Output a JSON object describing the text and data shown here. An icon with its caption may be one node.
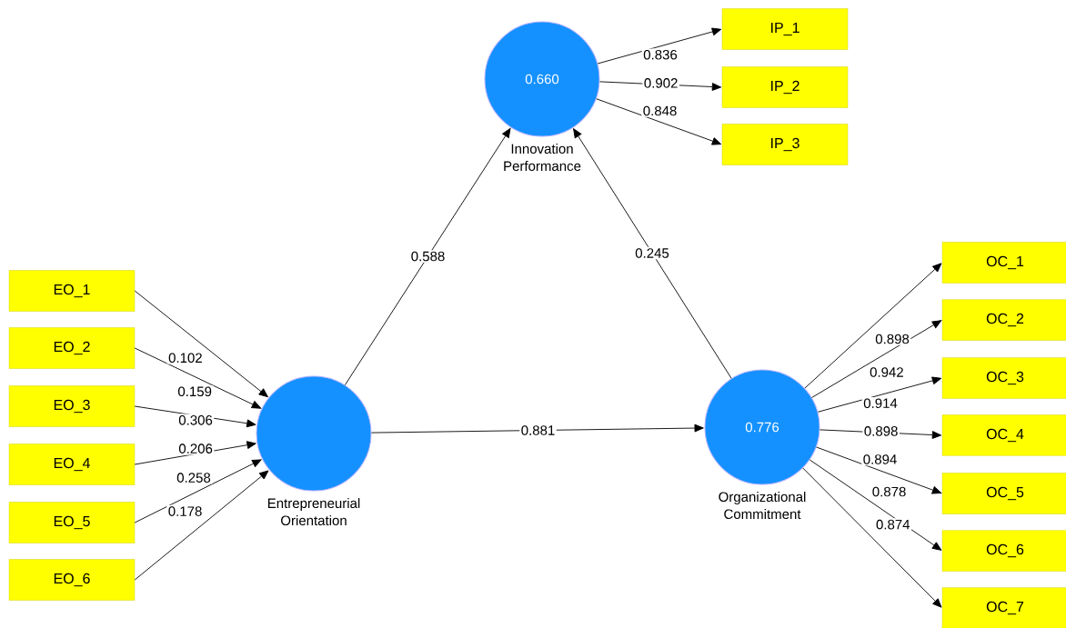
{
  "diagram": {
    "nodes": [
      {
        "text": [
          "0.660",
          "Innovation Performance"
        ]
      },
      {
        "text": [
          "IP_1"
        ]
      },
      {
        "text": [
          "IP_2"
        ]
      },
      {
        "text": [
          "IP_3"
        ]
      },
      {
        "text": [
          "Entrepreneurial Orientation"
        ]
      },
      {
        "text": [
          "EO_1"
        ]
      },
      {
        "text": [
          "EO_2"
        ]
      },
      {
        "text": [
          "EO_3"
        ]
      },
      {
        "text": [
          "EO_4"
        ]
      },
      {
        "text": [
          "EO_5"
        ]
      },
      {
        "text": [
          "EO_6"
        ]
      },
      {
        "text": [
          "0.776",
          "Organizational Commitment"
        ]
      },
      {
        "text": [
          "OC_1"
        ]
      },
      {
        "text": [
          "OC_2"
        ]
      },
      {
        "text": [
          "OC_3"
        ]
      },
      {
        "text": [
          "OC_4"
        ]
      },
      {
        "text": [
          "OC_5"
        ]
      },
      {
        "text": [
          "OC_6"
        ]
      },
      {
        "text": [
          "OC_7"
        ]
      }
    ],
    "edges": [
      {
        "from": 0,
        "to": 1,
        "arrow": "to",
        "label": "0.836"
      },
      {
        "from": 0,
        "to": 2,
        "arrow": "to",
        "label": "0.902"
      },
      {
        "from": 0,
        "to": 3,
        "arrow": "to",
        "label": "0.848"
      },
      {
        "from": 5,
        "to": 4,
        "arrow": "to",
        "label": "0.102"
      },
      {
        "from": 6,
        "to": 4,
        "arrow": "to",
        "label": "0.159"
      },
      {
        "from": 7,
        "to": 4,
        "arrow": "to",
        "label": "0.306"
      },
      {
        "from": 8,
        "to": 4,
        "arrow": "to",
        "label": "0.206"
      },
      {
        "from": 9,
        "to": 4,
        "arrow": "to",
        "label": "0.258"
      },
      {
        "from": 10,
        "to": 4,
        "arrow": "to",
        "label": "0.178"
      },
      {
        "from": 4,
        "to": 0,
        "arrow": "to",
        "label": "0.588"
      },
      {
        "from": 11,
        "to": 0,
        "arrow": "to",
        "label": "0.245"
      },
      {
        "from": 4,
        "to": 11,
        "arrow": "to",
        "label": "0.881"
      },
      {
        "from": 11,
        "to": 12,
        "arrow": "to",
        "label": "0.898"
      },
      {
        "from": 11,
        "to": 13,
        "arrow": "to",
        "label": "0.942"
      },
      {
        "from": 11,
        "to": 14,
        "arrow": "to",
        "label": "0.914"
      },
      {
        "from": 11,
        "to": 15,
        "arrow": "to",
        "label": "0.898"
      },
      {
        "from": 11,
        "to": 16,
        "arrow": "to",
        "label": "0.894"
      },
      {
        "from": 11,
        "to": 17,
        "arrow": "to",
        "label": "0.878"
      },
      {
        "from": 11,
        "to": 18,
        "arrow": "to",
        "label": "0.874"
      }
    ]
  }
}
